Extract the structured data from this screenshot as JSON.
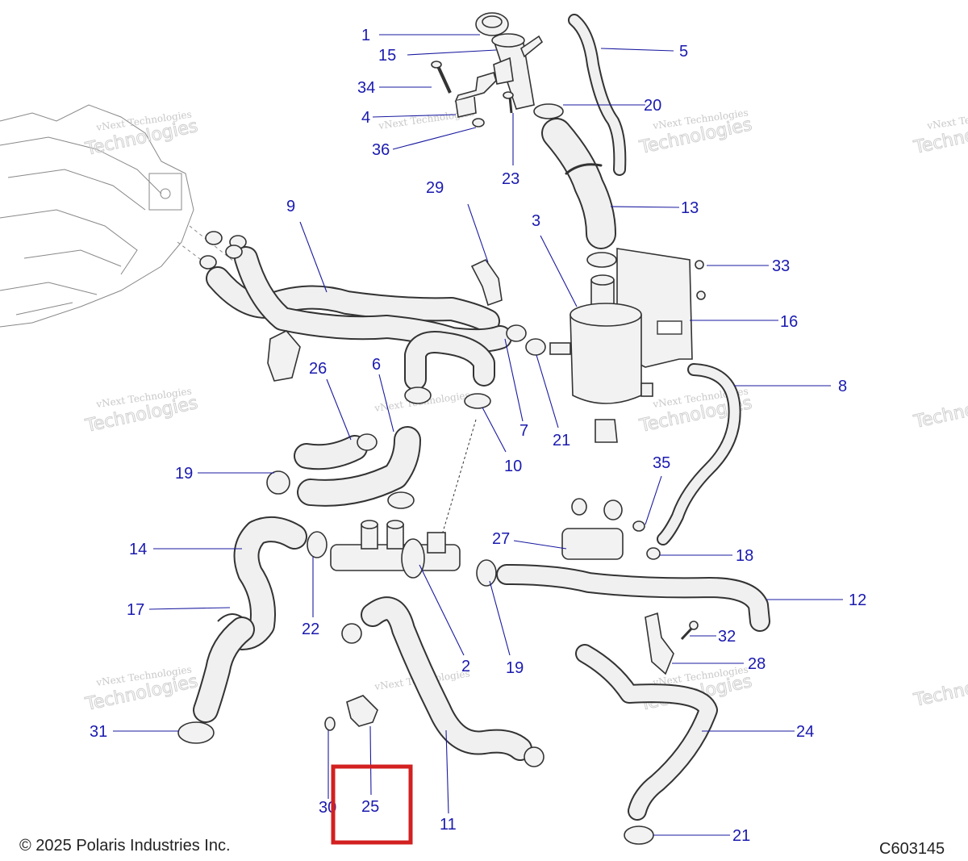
{
  "callouts": {
    "c1": "1",
    "c15": "15",
    "c5": "5",
    "c34": "34",
    "c20": "20",
    "c4": "4",
    "c36": "36",
    "c23": "23",
    "c29": "29",
    "c9": "9",
    "c13": "13",
    "c3": "3",
    "c33": "33",
    "c16": "16",
    "c8": "8",
    "c26": "26",
    "c6": "6",
    "c7": "7",
    "c21a": "21",
    "c10": "10",
    "c19a": "19",
    "c35": "35",
    "c14": "14",
    "c27": "27",
    "c18": "18",
    "c22": "22",
    "c12": "12",
    "c17": "17",
    "c2": "2",
    "c19b": "19",
    "c32": "32",
    "c28": "28",
    "c31": "31",
    "c24": "24",
    "c30": "30",
    "c25": "25",
    "c11": "11",
    "c21b": "21"
  },
  "watermark": {
    "line1": "vNext Technologies",
    "line2": "Technologies"
  },
  "footer": {
    "copyright": "© 2025 Polaris Industries Inc.",
    "drawing_id": "C603145"
  },
  "colors": {
    "callout": "#1a1ab0",
    "highlight_box": "#d32020",
    "line_art": "#333333"
  }
}
